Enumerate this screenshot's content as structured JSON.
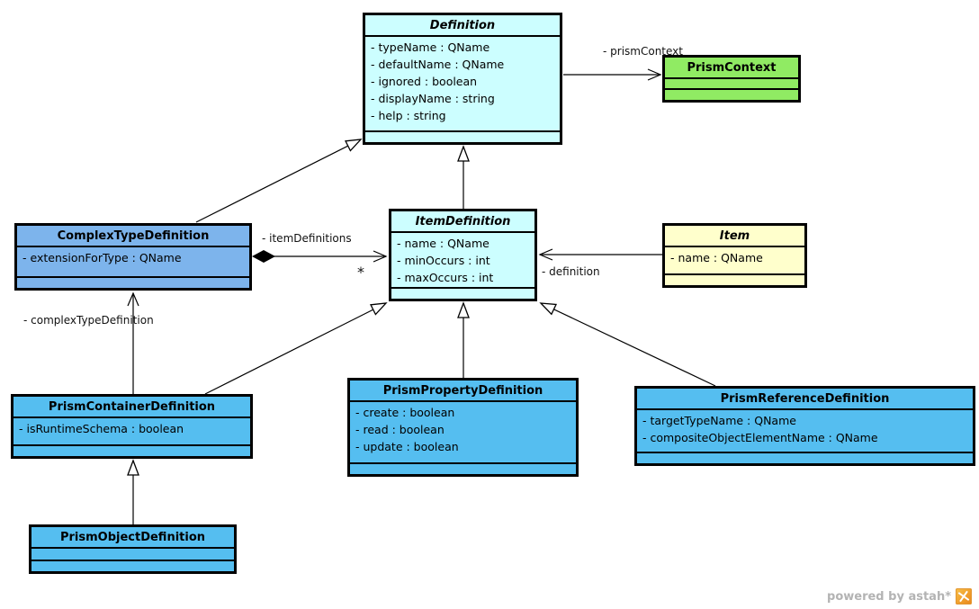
{
  "classes": {
    "definition": {
      "name": "Definition",
      "abstract": true,
      "attributes": [
        "- typeName : QName",
        "- defaultName : QName",
        "- ignored : boolean",
        "- displayName : string",
        "- help : string"
      ]
    },
    "prism_context": {
      "name": "PrismContext",
      "abstract": false,
      "attributes": []
    },
    "item_definition": {
      "name": "ItemDefinition",
      "abstract": true,
      "attributes": [
        "- name : QName",
        "- minOccurs : int",
        "- maxOccurs : int"
      ]
    },
    "item": {
      "name": "Item",
      "abstract": true,
      "attributes": [
        "- name : QName"
      ]
    },
    "complex_type_definition": {
      "name": "ComplexTypeDefinition",
      "abstract": false,
      "attributes": [
        "- extensionForType : QName"
      ]
    },
    "prism_container_definition": {
      "name": "PrismContainerDefinition",
      "abstract": false,
      "attributes": [
        "- isRuntimeSchema : boolean"
      ]
    },
    "prism_object_definition": {
      "name": "PrismObjectDefinition",
      "abstract": false,
      "attributes": []
    },
    "prism_property_definition": {
      "name": "PrismPropertyDefinition",
      "abstract": false,
      "attributes": [
        "- create : boolean",
        "- read : boolean",
        "- update : boolean"
      ]
    },
    "prism_reference_definition": {
      "name": "PrismReferenceDefinition",
      "abstract": false,
      "attributes": [
        "- targetTypeName : QName",
        "- compositeObjectElementName : QName"
      ]
    }
  },
  "edge_labels": {
    "prism_context_role": "- prismContext",
    "item_definitions_role": "- itemDefinitions",
    "item_definitions_multiplicity": "*",
    "definition_role": "- definition",
    "complex_type_definition_role": "- complexTypeDefinition"
  },
  "relationships": [
    {
      "type": "association",
      "from": "Definition",
      "to": "PrismContext",
      "role": "- prismContext"
    },
    {
      "type": "generalization",
      "from": "ItemDefinition",
      "to": "Definition"
    },
    {
      "type": "generalization",
      "from": "ComplexTypeDefinition",
      "to": "Definition"
    },
    {
      "type": "composition",
      "from": "ComplexTypeDefinition",
      "to": "ItemDefinition",
      "role": "- itemDefinitions",
      "multiplicity": "*"
    },
    {
      "type": "association",
      "from": "Item",
      "to": "ItemDefinition",
      "role": "- definition"
    },
    {
      "type": "association",
      "from": "PrismContainerDefinition",
      "to": "ComplexTypeDefinition",
      "role": "- complexTypeDefinition"
    },
    {
      "type": "generalization",
      "from": "PrismContainerDefinition",
      "to": "ItemDefinition"
    },
    {
      "type": "generalization",
      "from": "PrismPropertyDefinition",
      "to": "ItemDefinition"
    },
    {
      "type": "generalization",
      "from": "PrismReferenceDefinition",
      "to": "ItemDefinition"
    },
    {
      "type": "generalization",
      "from": "PrismObjectDefinition",
      "to": "PrismContainerDefinition"
    }
  ],
  "colors": {
    "abstract_fill": "#CCFEFF",
    "context_fill": "#90EB63",
    "item_fill": "#FFFFCC",
    "complex_type_fill": "#7DB4EC",
    "prism_class_fill": "#55BEF0",
    "border": "#000000"
  },
  "watermark": {
    "text": "powered by astah*"
  }
}
